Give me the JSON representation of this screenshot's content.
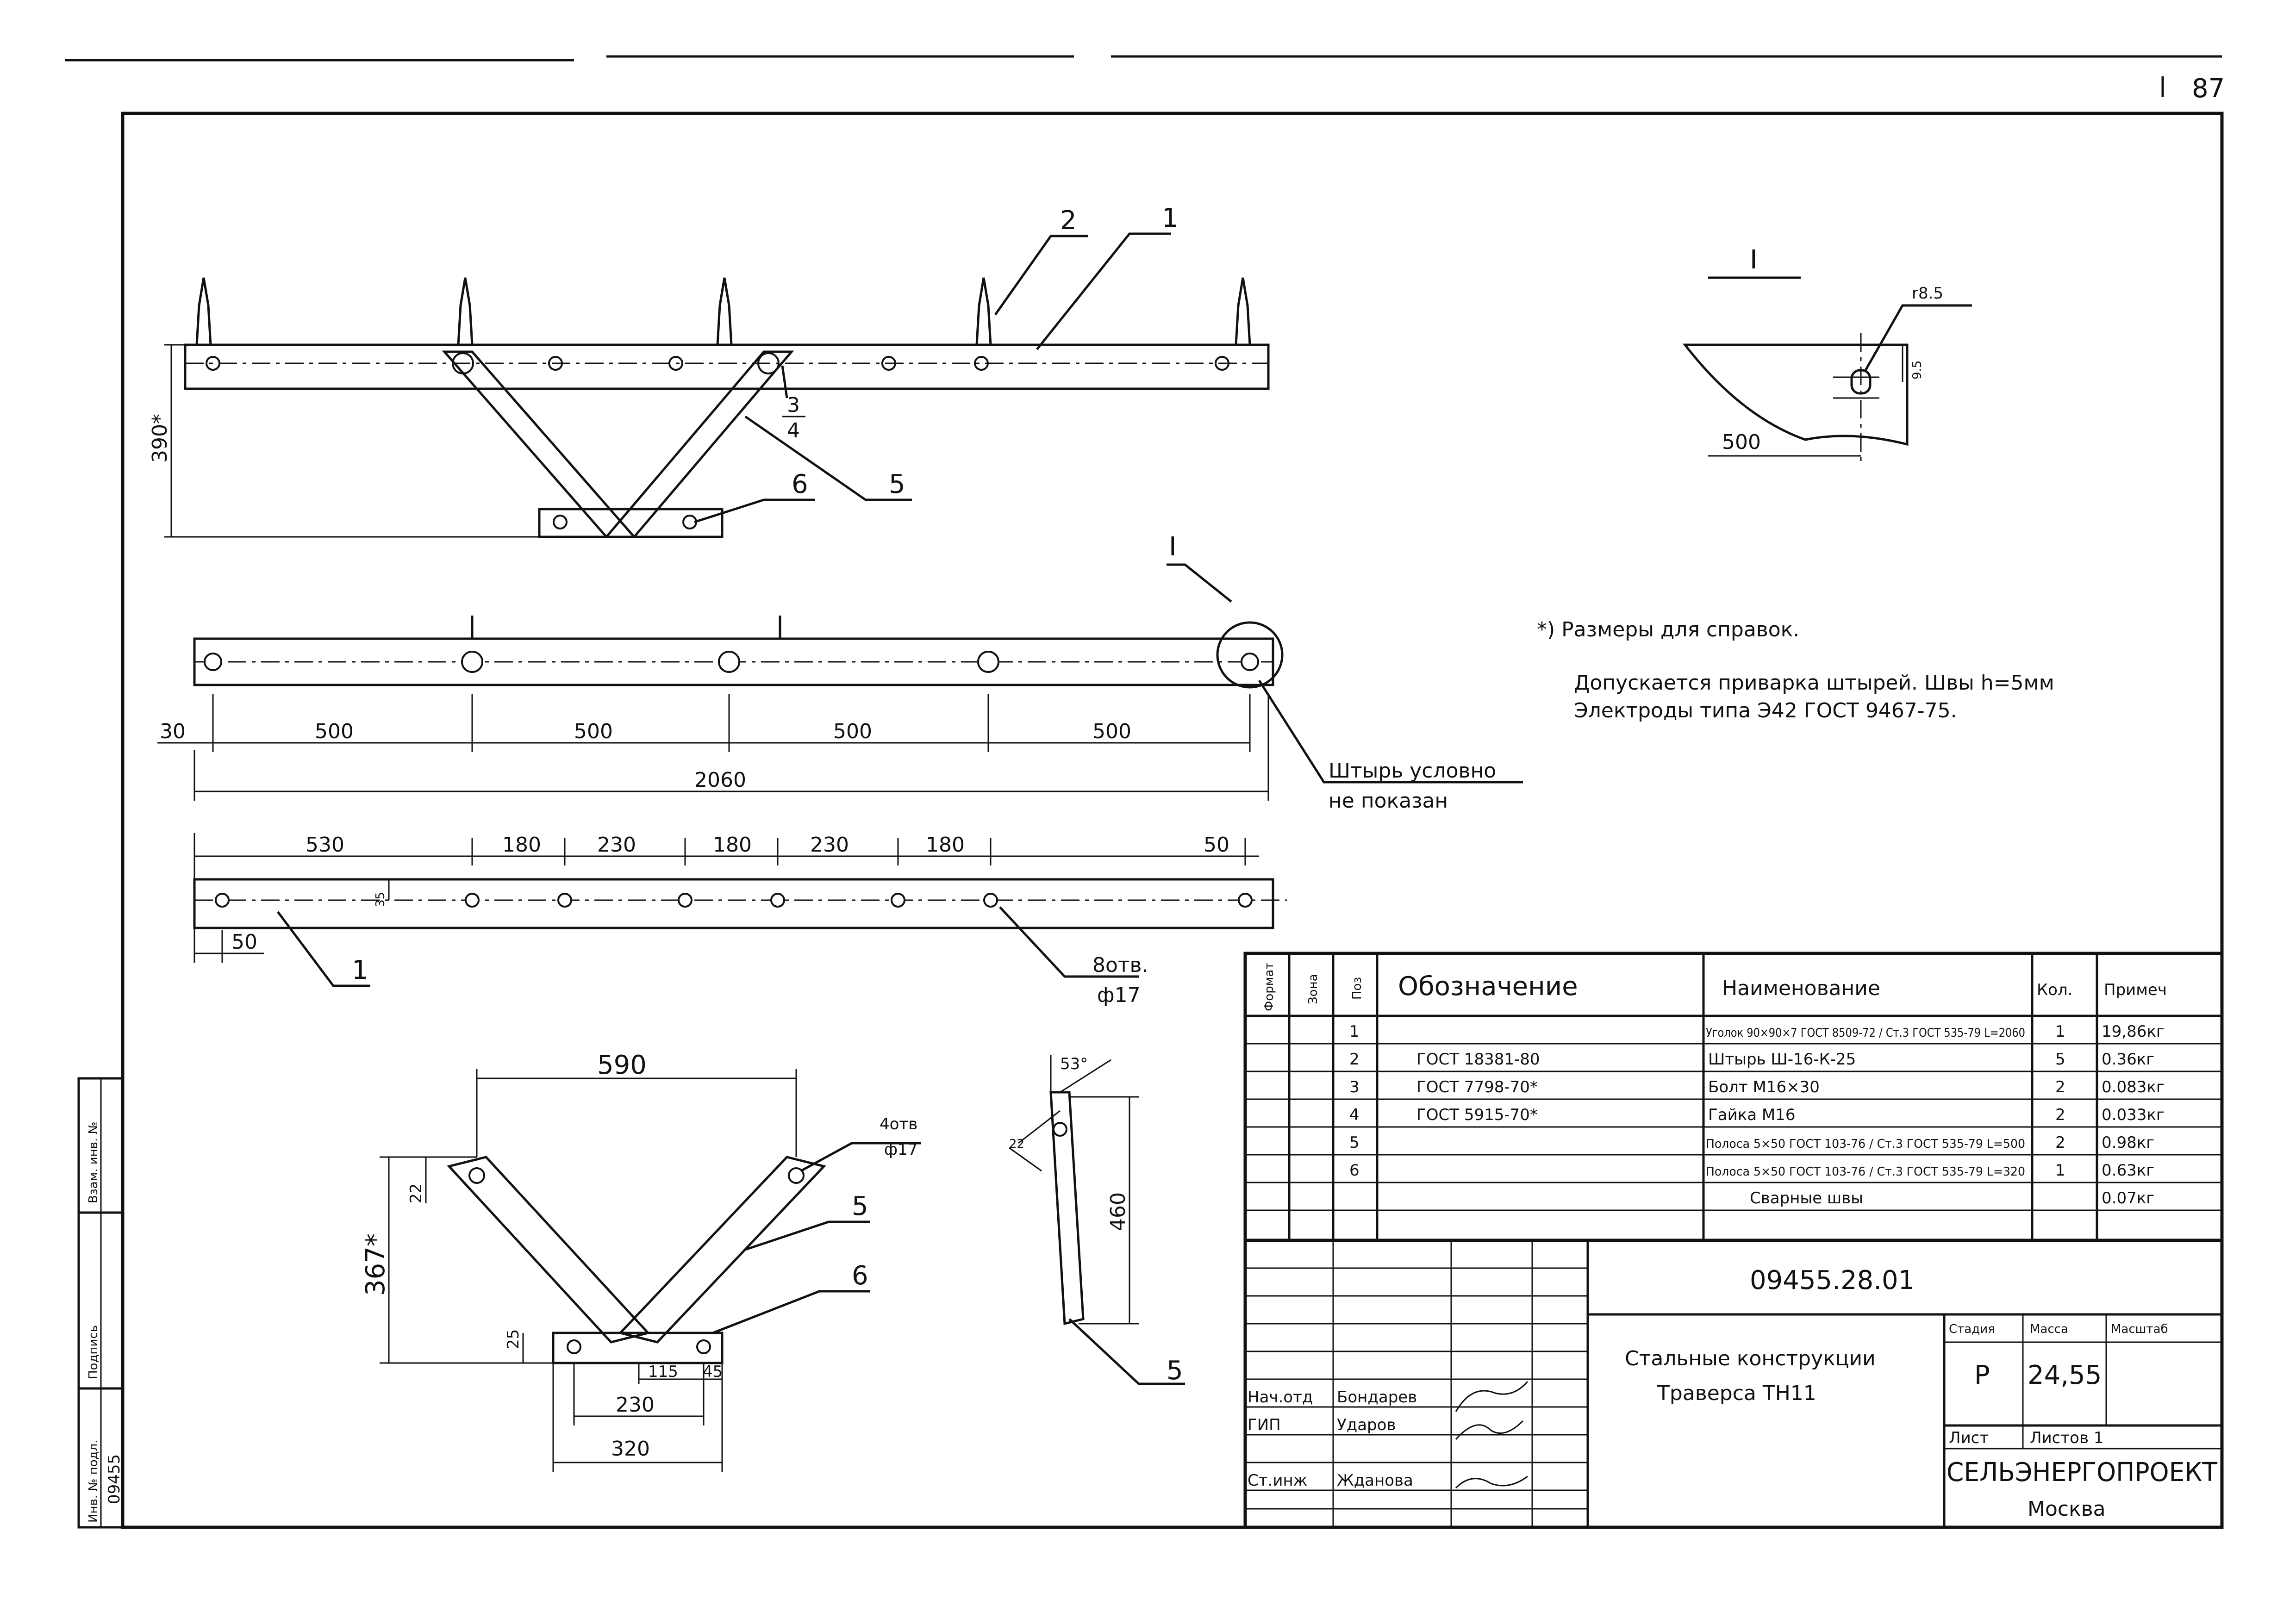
{
  "sheet_number": "87",
  "section_mark": "I",
  "notes": {
    "ref_note": "*) Размеры для справок.",
    "weld_note_1": "Допускается приварка штырей. Швы h=5мм",
    "weld_note_2": "Электроды типа Э42 ГОСТ 9467-75."
  },
  "callouts": {
    "pos_1": "1",
    "pos_2": "2",
    "pos_34_top": "3",
    "pos_34_bottom": "4",
    "pos_5": "5",
    "pos_6": "6",
    "section": "I",
    "pin_not_shown_1": "Штырь условно",
    "pin_not_shown_2": "не показан",
    "holes_1": "8отв.",
    "holes_2": "ф17",
    "holes_v_1": "4отв",
    "holes_v_2": "ф17"
  },
  "dimensions": {
    "height_front": "390*",
    "pitch": [
      "500",
      "500",
      "500",
      "500"
    ],
    "offset_left": "30",
    "total_length": "2060",
    "plan_spacing": [
      "530",
      "180",
      "230",
      "180",
      "230",
      "180",
      "50"
    ],
    "plan_edge": "35",
    "plan_left": "50",
    "v_width": "590",
    "v_height": "367*",
    "v_top_hole": "22",
    "v_bottom": "25",
    "v_plate_a": "115",
    "v_plate_b": "45",
    "v_plate_c": "230",
    "v_plate_d": "320",
    "strip_angle": "53°",
    "strip_hole": "22",
    "strip_length": "460",
    "detail_r": "r8.5",
    "detail_h": "9.5",
    "detail_len": "500"
  },
  "spec_table": {
    "headers": {
      "format": "Формат",
      "zone": "Зона",
      "pos": "Поз",
      "designation": "Обозначение",
      "name": "Наименование",
      "qty": "Кол.",
      "note": "Примеч"
    },
    "rows": [
      {
        "pos": "1",
        "designation": "",
        "name": "Уголок 90×90×7 ГОСТ 8509-72 / Ст.3 ГОСТ 535-79 L=2060",
        "qty": "1",
        "note": "19,86кг"
      },
      {
        "pos": "2",
        "designation": "ГОСТ 18381-80",
        "name": "Штырь Ш-16-К-25",
        "qty": "5",
        "note": "0.36кг"
      },
      {
        "pos": "3",
        "designation": "ГОСТ 7798-70*",
        "name": "Болт М16×30",
        "qty": "2",
        "note": "0.083кг"
      },
      {
        "pos": "4",
        "designation": "ГОСТ 5915-70*",
        "name": "Гайка М16",
        "qty": "2",
        "note": "0.033кг"
      },
      {
        "pos": "5",
        "designation": "",
        "name": "Полоса 5×50 ГОСТ 103-76 / Ст.3 ГОСТ 535-79 L=500",
        "qty": "2",
        "note": "0.98кг"
      },
      {
        "pos": "6",
        "designation": "",
        "name": "Полоса 5×50 ГОСТ 103-76 / Ст.3 ГОСТ 535-79 L=320",
        "qty": "1",
        "note": "0.63кг"
      },
      {
        "pos": "",
        "designation": "",
        "name": "Сварные швы",
        "qty": "",
        "note": "0.07кг"
      }
    ]
  },
  "title_block": {
    "doc_code": "09455.28.01",
    "title_1": "Стальные конструкции",
    "title_2": "Траверса ТН11",
    "stage_label": "Стадия",
    "mass_label": "Масса",
    "scale_label": "Масштаб",
    "stage": "Р",
    "mass": "24,55",
    "sheet_label": "Лист",
    "sheets_label": "Листов 1",
    "org": "СЕЛЬЭНЕРГОПРОЕКТ",
    "city": "Москва",
    "roles": [
      {
        "role": "Нач.отд",
        "name": "Бондарев"
      },
      {
        "role": "ГИП",
        "name": "Ударов"
      },
      {
        "role": "Ст.инж",
        "name": "Жданова"
      }
    ]
  },
  "side_stamp": {
    "inv_no": "Взам. инв. №",
    "sign_date": "Подпись",
    "orig_no": "Инв. № подл.",
    "orig_value": "09455"
  }
}
